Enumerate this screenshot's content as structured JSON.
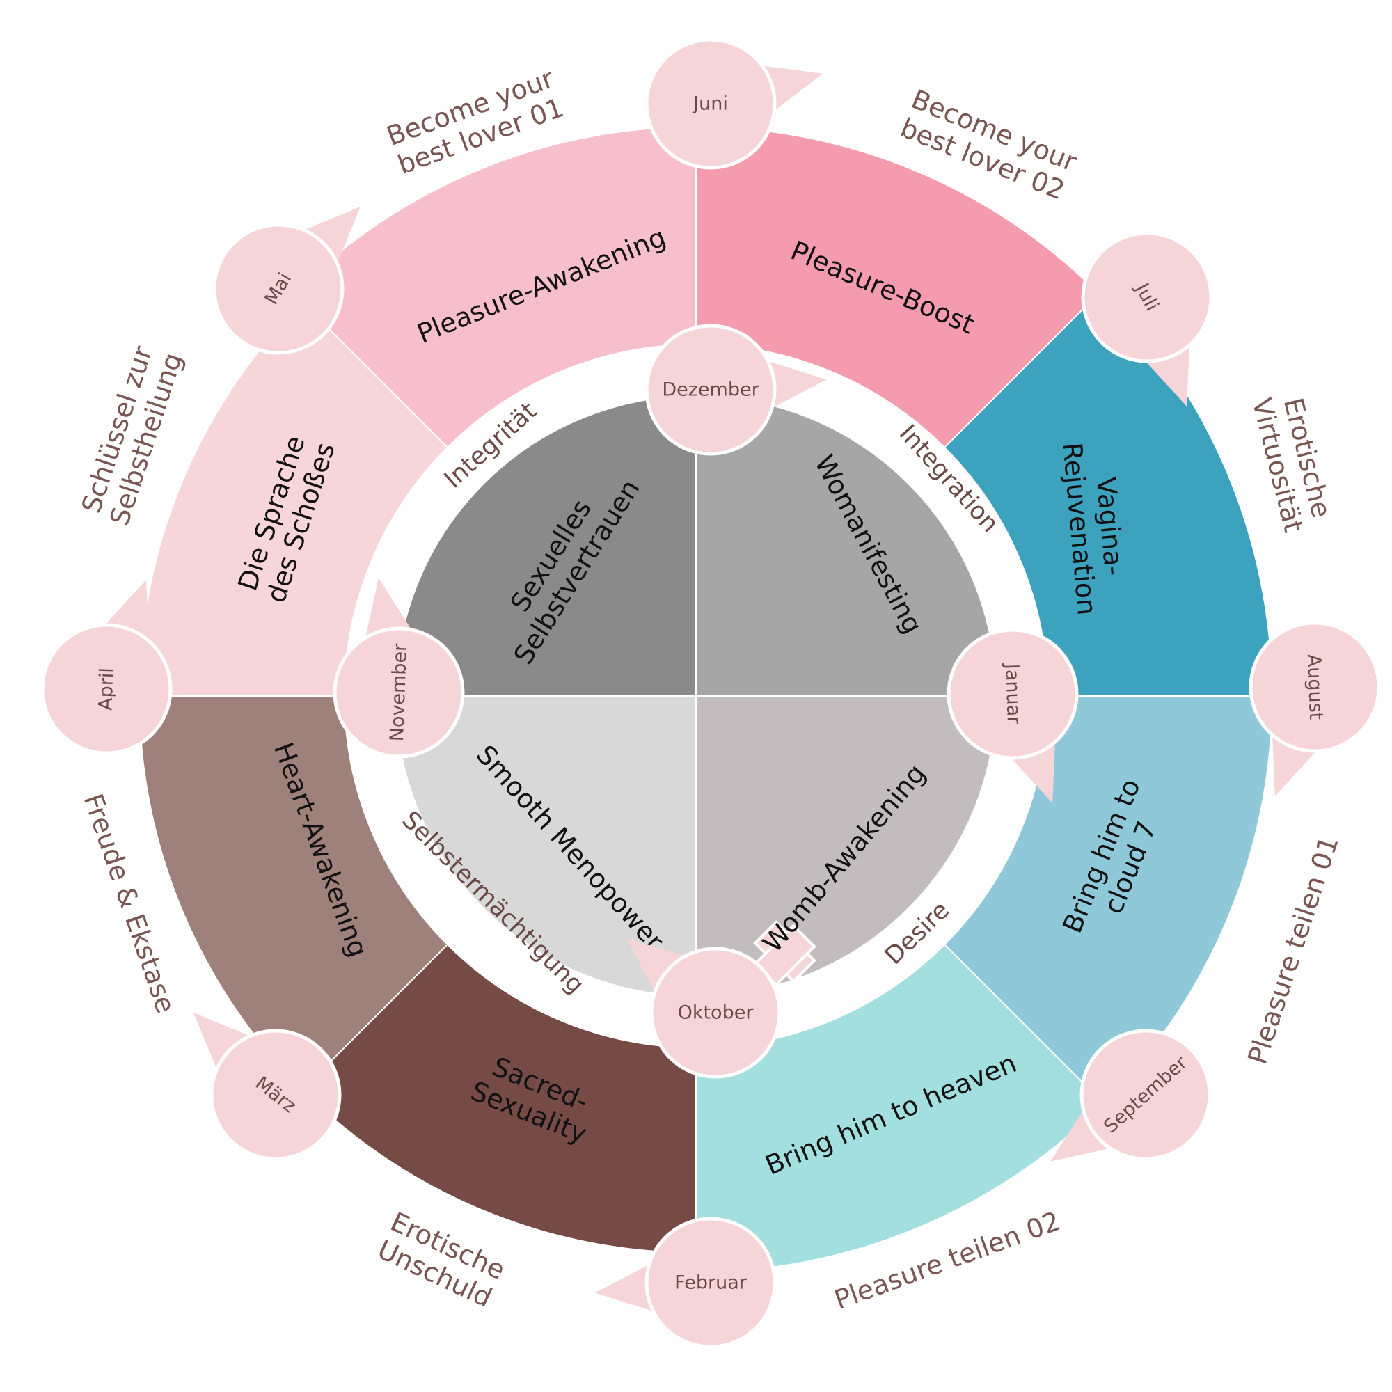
{
  "colors": {
    "pleasure_awakening": "#f7bfcc",
    "pleasure_boost": "#f49bae",
    "vagina_rejuvenation": "#3ca2be",
    "bring_him_cloud": "#8fc8d8",
    "bring_him_heaven": "#a4dfdf",
    "sacred_sexuality": "#774b45",
    "heart_awakening": "#9f817b",
    "sprache": "#f6d6d8",
    "inner_tl": "#8a8a8a",
    "inner_tr": "#a6a6a6",
    "inner_bl": "#d8d8d8",
    "inner_br": "#c2bcbe",
    "month_circle": "#f5d5d8",
    "outer_text": "#7a5652"
  },
  "outer_segments": [
    {
      "lines": [
        "Pleasure-Awakening"
      ]
    },
    {
      "lines": [
        "Pleasure-Boost"
      ]
    },
    {
      "lines": [
        "Vagina-",
        "Rejuvenation"
      ]
    },
    {
      "lines": [
        "Bring him to",
        "cloud 7"
      ]
    },
    {
      "lines": [
        "Bring him to heaven"
      ]
    },
    {
      "lines": [
        "Sacred-",
        "Sexuality"
      ]
    },
    {
      "lines": [
        "Heart-Awakening"
      ]
    },
    {
      "lines": [
        "Die Sprache",
        "des Schoßes"
      ]
    }
  ],
  "inner_quadrants": [
    {
      "lines": [
        "Sexuelles",
        "Selbstvertrauen"
      ]
    },
    {
      "lines": [
        "Womanifesting"
      ]
    },
    {
      "lines": [
        "Womb-Awakening"
      ]
    },
    {
      "lines": [
        "Smooth Menopower"
      ]
    }
  ],
  "ring_labels": [
    "Integrität",
    "Integration",
    "Desire",
    "Selbstermächtigung"
  ],
  "outer_labels": [
    {
      "lines": [
        "Become your",
        "best lover 01"
      ]
    },
    {
      "lines": [
        "Become your",
        "best lover 02"
      ]
    },
    {
      "lines": [
        "Erotische",
        "Virtuosität"
      ]
    },
    {
      "lines": [
        "Pleasure teilen 01"
      ]
    },
    {
      "lines": [
        "Pleasure teilen 02"
      ]
    },
    {
      "lines": [
        "Erotische",
        "Unschuld"
      ]
    },
    {
      "lines": [
        "Freude &  Ekstase"
      ]
    },
    {
      "lines": [
        "Schlüssel zur",
        "Selbstheilung"
      ]
    }
  ],
  "months": {
    "outer": [
      "Juni",
      "Juli",
      "August",
      "September",
      "Februar",
      "März",
      "April",
      "Mai"
    ],
    "inner": [
      "Dezember",
      "Januar",
      "Oktober",
      "November"
    ]
  }
}
